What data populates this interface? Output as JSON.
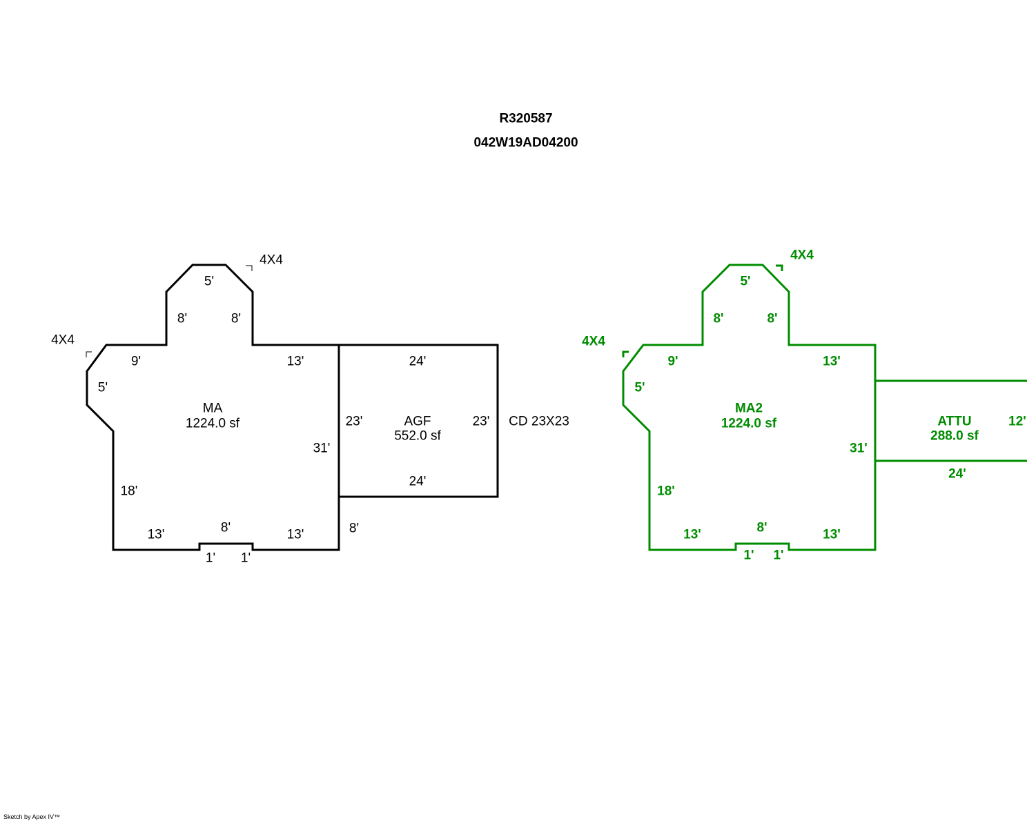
{
  "header": {
    "account": "R320587",
    "parcel": "042W19AD04200"
  },
  "colors": {
    "sketch1": "#000000",
    "sketch2": "#008c00"
  },
  "sketch1": {
    "ma_label": "MA",
    "ma_area": "1224.0 sf",
    "agf_label": "AGF",
    "agf_area": "552.0 sf",
    "bay_label_top": "4X4",
    "bay_label_left": "4X4",
    "cd_label": "CD 23X23",
    "dims": [
      "5'",
      "8'",
      "8'",
      "9'",
      "13'",
      "5'",
      "31'",
      "18'",
      "13'",
      "8'",
      "13'",
      "1'",
      "1'",
      "24'",
      "23'",
      "23'",
      "24'",
      "8'"
    ]
  },
  "sketch2": {
    "ma_label": "MA2",
    "ma_area": "1224.0 sf",
    "attu_label": "ATTU",
    "attu_area": "288.0 sf",
    "bay_label_top": "4X4",
    "bay_label_left": "4X4",
    "dims": [
      "5'",
      "8'",
      "8'",
      "9'",
      "13'",
      "5'",
      "31'",
      "18'",
      "13'",
      "8'",
      "13'",
      "1'",
      "1'",
      "12'",
      "24'"
    ]
  },
  "footer": "Sketch by Apex IV™"
}
